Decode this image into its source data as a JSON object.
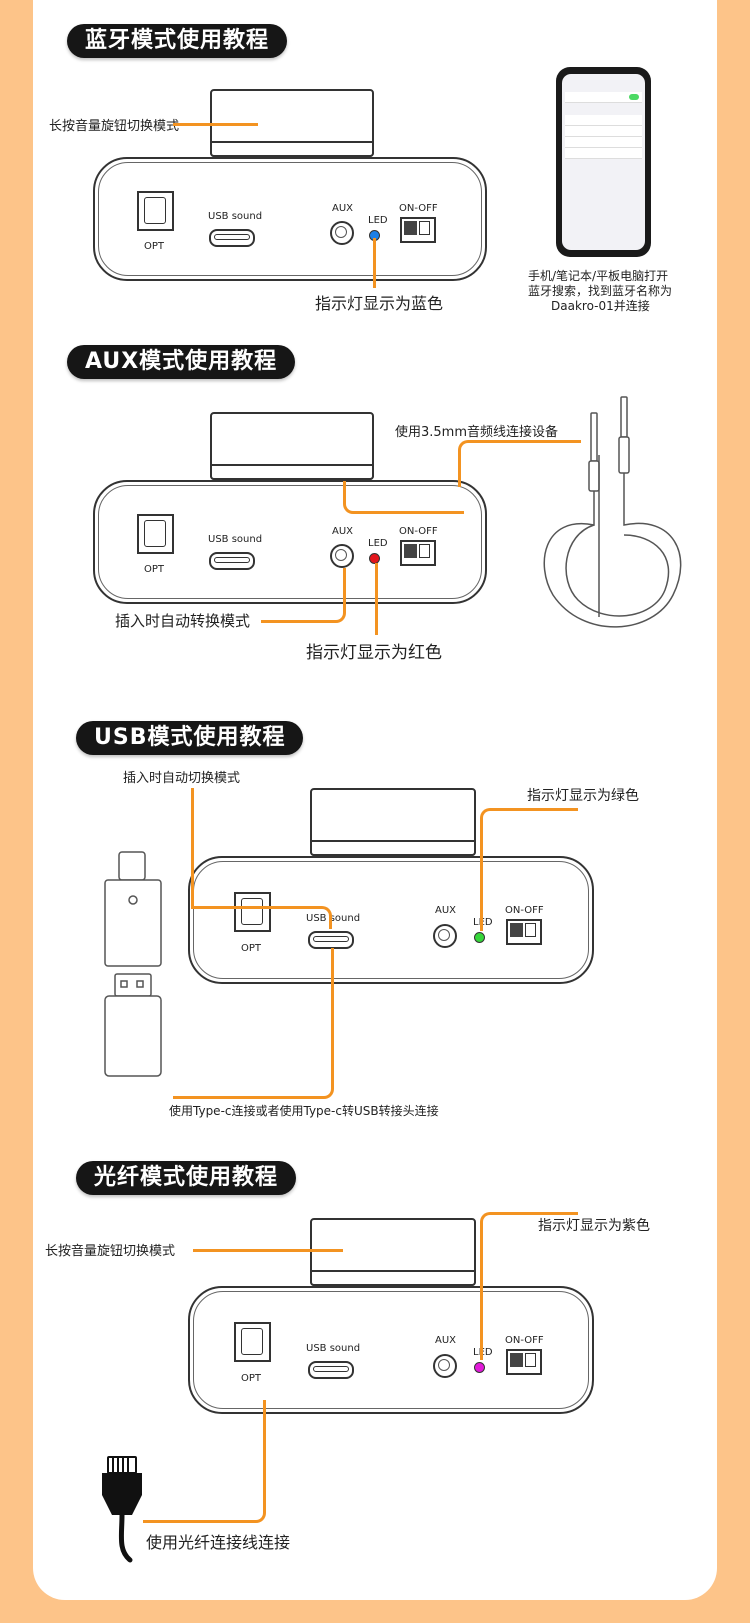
{
  "sections": {
    "bluetooth": {
      "title": "蓝牙模式使用教程",
      "knob_note": "长按音量旋钮切换模式",
      "led_note": "指示灯显示为蓝色",
      "phone_note_1": "手机/笔记本/平板电脑打开",
      "phone_note_2": "蓝牙搜索，找到蓝牙名称为",
      "phone_note_3": "Daakro-01并连接",
      "led_color": "#1d7fe6"
    },
    "aux": {
      "title": "AUX模式使用教程",
      "cable_note": "使用3.5mm音频线连接设备",
      "plug_note": "插入时自动转换模式",
      "led_note": "指示灯显示为红色",
      "led_color": "#e3161d"
    },
    "usb": {
      "title": "USB模式使用教程",
      "plug_note": "插入时自动切换模式",
      "led_note": "指示灯显示为绿色",
      "cable_note": "使用Type-c连接或者使用Type-c转USB转接头连接",
      "led_color": "#36d63a"
    },
    "optical": {
      "title": "光纤模式使用教程",
      "knob_note": "长按音量旋钮切换模式",
      "led_note": "指示灯显示为紫色",
      "cable_note": "使用光纤连接线连接",
      "led_color": "#e11ad9"
    }
  },
  "device_labels": {
    "opt": "OPT",
    "usb_sound": "USB sound",
    "aux": "AUX",
    "led": "LED",
    "power": "ON-OFF"
  },
  "accent_color": "#f39321"
}
